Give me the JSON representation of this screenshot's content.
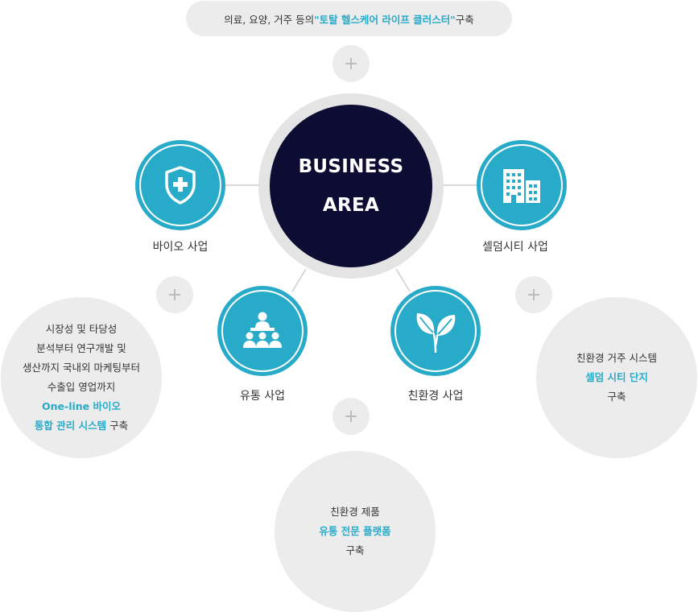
{
  "top": {
    "text_a": "의료, 요양, 거주 등의 ",
    "highlight": "\"토탈 헬스케어 라이프 클러스터\"",
    "text_b": " 구축"
  },
  "core": {
    "line1": "BUSINESS",
    "line2": "AREA"
  },
  "nodes": {
    "bio": {
      "label": "바이오 사업",
      "icon": "shield-plus-icon"
    },
    "celldom": {
      "label": "셀덤시티 사업",
      "icon": "building-icon"
    },
    "distribution": {
      "label": "유통 사업",
      "icon": "audience-presenter-icon"
    },
    "eco": {
      "label": "친환경 사업",
      "icon": "leaves-icon"
    }
  },
  "bubbles": {
    "left": {
      "lines": [
        "시장성 및 타당성",
        "분석부터 연구개발 및",
        "생산까지 국내외 마케팅부터",
        "수출입 영업까지"
      ],
      "highlight1": "One-line 바이오",
      "highlight2": "통합 관리 시스템",
      "tail": " 구축"
    },
    "right": {
      "line1": "친환경 거주 시스템",
      "highlight": "셀덤 시티 단지",
      "line3": "구축"
    },
    "bottom": {
      "line1": "친환경 제품",
      "highlight": "유통 전문 플랫폼",
      "line3": "구축"
    }
  },
  "colors": {
    "accent": "#27abc9",
    "core": "#0d0d33",
    "bubble": "#ececec",
    "ring": "#e4e4e4",
    "plus": "#bdbdbd"
  }
}
